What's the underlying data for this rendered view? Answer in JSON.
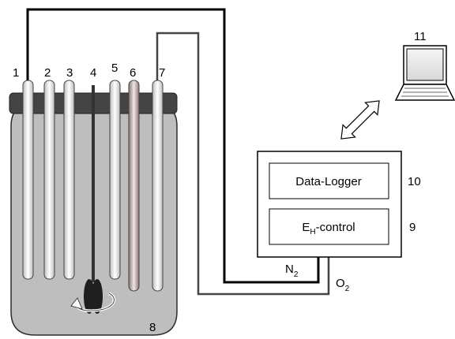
{
  "components": {
    "probe_labels": [
      "1",
      "2",
      "3",
      "4",
      "5",
      "6",
      "7"
    ],
    "vessel_label": "8",
    "control_label": "9",
    "logger_label": "10",
    "computer_label": "11"
  },
  "controller": {
    "data_logger": "Data-Logger",
    "eh_main": "E",
    "eh_sub": "H",
    "eh_rest": "-control"
  },
  "gases": {
    "n2_main": "N",
    "n2_sub": "2",
    "o2_main": "O",
    "o2_sub": "2"
  }
}
